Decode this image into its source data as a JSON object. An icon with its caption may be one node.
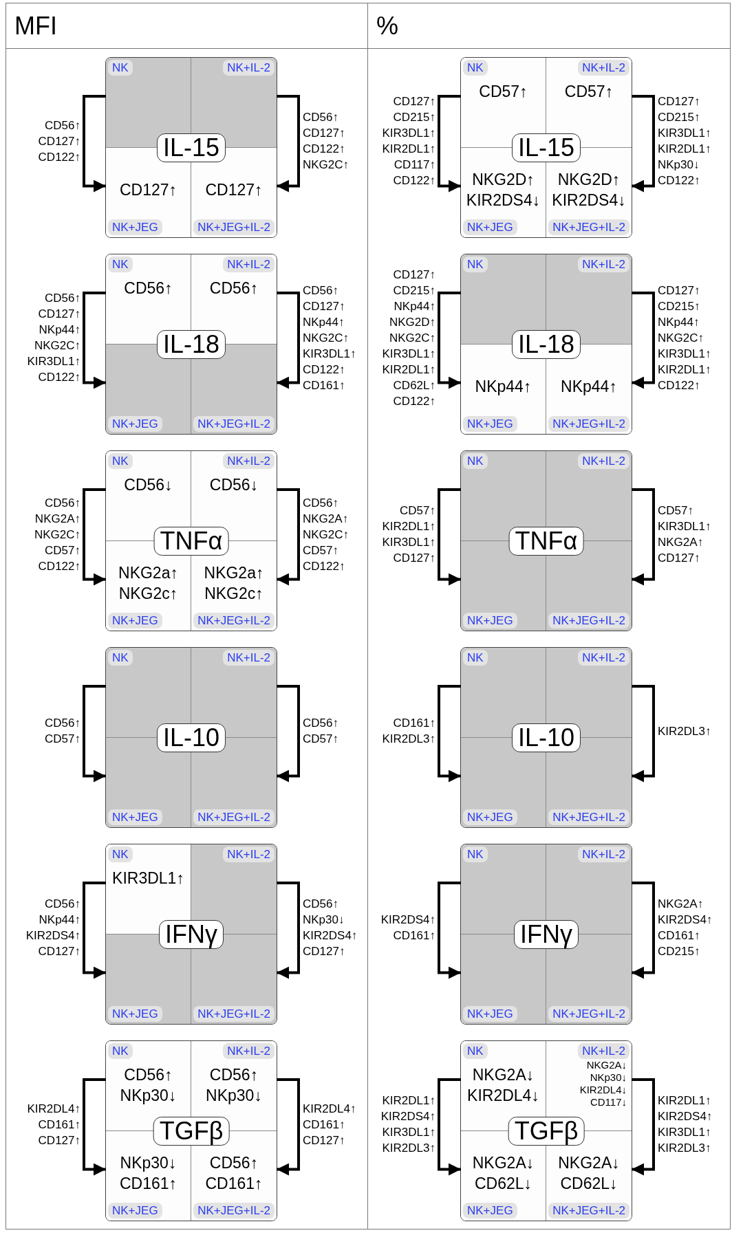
{
  "diagram": {
    "nodes": [
      {
        "text": [],
        "shape": "box"
      },
      {
        "text": [
          "IL-15"
        ],
        "in": 0
      },
      {
        "text": [
          "NK"
        ],
        "in": 0
      },
      {
        "text": [
          "NK+IL-2"
        ],
        "in": 0
      },
      {
        "text": [
          "CD127↑",
          "NK+JEG"
        ],
        "in": 0
      },
      {
        "text": [
          "CD127↑",
          "NK+JEG+IL-2"
        ],
        "in": 0
      },
      {
        "text": [],
        "shape": "box"
      },
      {
        "text": [
          "IL-15"
        ],
        "in": 6
      },
      {
        "text": [
          "NK",
          "CD57↑"
        ],
        "in": 6
      },
      {
        "text": [
          "NK+IL-2",
          "CD57↑"
        ],
        "in": 6
      },
      {
        "text": [
          "NKG2D↑ KIR2DS4↓",
          "NK+JEG"
        ],
        "in": 6
      },
      {
        "text": [
          "NKG2D↑ KIR2DS4↓",
          "NK+JEG+IL-2"
        ],
        "in": 6
      },
      {
        "text": [],
        "shape": "box"
      },
      {
        "text": [
          "IL-18"
        ],
        "in": 12
      },
      {
        "text": [
          "NK",
          "CD56↑"
        ],
        "in": 12
      },
      {
        "text": [
          "NK+IL-2",
          "CD56↑"
        ],
        "in": 12
      },
      {
        "text": [
          "NK+JEG"
        ],
        "in": 12
      },
      {
        "text": [
          "NK+JEG+IL-2"
        ],
        "in": 12
      },
      {
        "text": [],
        "shape": "box"
      },
      {
        "text": [
          "IL-18"
        ],
        "in": 18
      },
      {
        "text": [
          "NK"
        ],
        "in": 18
      },
      {
        "text": [
          "NK+IL-2"
        ],
        "in": 18
      },
      {
        "text": [
          "NKp44↑",
          "NK+JEG"
        ],
        "in": 18
      },
      {
        "text": [
          "NKp44↑",
          "NK+JEG+IL-2"
        ],
        "in": 18
      },
      {
        "text": [],
        "shape": "box"
      },
      {
        "text": [
          "TNFα"
        ],
        "in": 24
      },
      {
        "text": [
          "NK",
          "CD56↓"
        ],
        "in": 24
      },
      {
        "text": [
          "NK+IL-2",
          "CD56↓"
        ],
        "in": 24
      },
      {
        "text": [
          "NKG2a↑ NKG2c↑",
          "NK+JEG"
        ],
        "in": 24
      },
      {
        "text": [
          "NKG2a↑ NKG2c↑",
          "NK+JEG+IL-2"
        ],
        "in": 24
      },
      {
        "text": [],
        "shape": "box"
      },
      {
        "text": [
          "TNFα"
        ],
        "in": 30
      },
      {
        "text": [
          "NK"
        ],
        "in": 30
      },
      {
        "text": [
          "NK+IL-2"
        ],
        "in": 30
      },
      {
        "text": [
          "NK+JEG"
        ],
        "in": 30
      },
      {
        "text": [
          "NK+JEG+IL-2"
        ],
        "in": 30
      },
      {
        "text": [],
        "shape": "box"
      },
      {
        "text": [
          "IL-10"
        ],
        "in": 36
      },
      {
        "text": [
          "NK"
        ],
        "in": 36
      },
      {
        "text": [
          "NK+IL-2"
        ],
        "in": 36
      },
      {
        "text": [
          "NK+JEG"
        ],
        "in": 36
      },
      {
        "text": [
          "NK+JEG+IL-2"
        ],
        "in": 36
      },
      {
        "text": [],
        "shape": "box"
      },
      {
        "text": [
          "IL-10"
        ],
        "in": 42
      },
      {
        "text": [
          "NK"
        ],
        "in": 42
      },
      {
        "text": [
          "NK+IL-2"
        ],
        "in": 42
      },
      {
        "text": [
          "NK+JEG"
        ],
        "in": 42
      },
      {
        "text": [
          "NK+JEG+IL-2"
        ],
        "in": 42
      },
      {
        "text": [],
        "shape": "box"
      },
      {
        "text": [
          "IFNγ"
        ],
        "in": 48
      },
      {
        "text": [
          "NK",
          "KIR3DL1↑"
        ],
        "in": 48
      },
      {
        "text": [
          "NK+IL-2"
        ],
        "in": 48
      },
      {
        "text": [
          "NK+JEG"
        ],
        "in": 48
      },
      {
        "text": [
          "NK+JEG+IL-2"
        ],
        "in": 48
      },
      {
        "text": [],
        "shape": "box"
      },
      {
        "text": [
          "IFNγ"
        ],
        "in": 54
      },
      {
        "text": [
          "NK"
        ],
        "in": 54
      },
      {
        "text": [
          "NK+IL-2"
        ],
        "in": 54
      },
      {
        "text": [
          "NK+JEG"
        ],
        "in": 54
      },
      {
        "text": [
          "NK+JEG+IL-2"
        ],
        "in": 54
      },
      {
        "text": [],
        "shape": "box"
      },
      {
        "text": [
          "TGFβ"
        ],
        "in": 60
      },
      {
        "text": [
          "NK",
          "CD56↑ NKp30↓"
        ],
        "in": 60
      },
      {
        "text": [
          "NK+IL-2",
          "CD56↑ NKp30↓"
        ],
        "in": 60
      },
      {
        "text": [
          "NKp30↓ CD161↑",
          "NK+JEG"
        ],
        "in": 60
      },
      {
        "text": [
          "CD56↑ CD161↑",
          "NK+JEG+IL-2"
        ],
        "in": 60
      },
      {
        "text": [],
        "shape": "box"
      },
      {
        "text": [
          "TGFβ"
        ],
        "in": 66
      },
      {
        "text": [
          "NK",
          "NKG2A↓ KIR2DL4↓"
        ],
        "in": 66
      },
      {
        "text": [
          "NK+IL-2",
          "NKG2A↓ NKp30↓ KIR2DL4↓ CD117↓"
        ],
        "in": 66
      },
      {
        "text": [
          "NKG2A↓ CD62L↓",
          "NK+JEG"
        ],
        "in": 66
      },
      {
        "text": [
          "NKG2A↓ CD62L↓",
          "NK+JEG+IL-2"
        ],
        "in": 66
      }
    ],
    "edges": [
      {
        "from": 2,
        "to": 4,
        "arrow": "to",
        "label": "CD56↑ CD127↑ CD122↑"
      },
      {
        "from": 3,
        "to": 5,
        "arrow": "to",
        "label": "CD56↑ CD127↑ CD122↑ NKG2C↑"
      },
      {
        "from": 8,
        "to": 10,
        "arrow": "to",
        "label": "CD127↑ CD215↑ KIR3DL1↑ KIR2DL1↑ CD117↑ CD122↑"
      },
      {
        "from": 9,
        "to": 11,
        "arrow": "to",
        "label": "CD127↑ CD215↑ KIR3DL1↑ KIR2DL1↑ NKp30↓ CD122↑"
      },
      {
        "from": 14,
        "to": 16,
        "arrow": "to",
        "label": "CD56↑ CD127↑ NKp44↑ NKG2C↑ KIR3DL1↑ CD122↑"
      },
      {
        "from": 15,
        "to": 17,
        "arrow": "to",
        "label": "CD56↑ CD127↑ NKp44↑ NKG2C↑ KIR3DL1↑ CD122↑ CD161↑"
      },
      {
        "from": 20,
        "to": 22,
        "arrow": "to",
        "label": "CD127↑ CD215↑ NKp44↑ NKG2D↑ NKG2C↑ KIR3DL1↑ KIR2DL1↑ CD62L↑ CD122↑"
      },
      {
        "from": 21,
        "to": 23,
        "arrow": "to",
        "label": "CD127↑ CD215↑ NKp44↑ NKG2C↑ KIR3DL1↑ KIR2DL1↑ CD122↑"
      },
      {
        "from": 26,
        "to": 28,
        "arrow": "to",
        "label": "CD56↑ NKG2A↑ NKG2C↑ CD57↑ CD122↑"
      },
      {
        "from": 27,
        "to": 29,
        "arrow": "to",
        "label": "CD56↑ NKG2A↑ NKG2C↑ CD57↑ CD122↑"
      },
      {
        "from": 32,
        "to": 34,
        "arrow": "to",
        "label": "CD57↑ KIR2DL1↑ KIR3DL1↑ CD127↑"
      },
      {
        "from": 33,
        "to": 35,
        "arrow": "to",
        "label": "CD57↑ KIR3DL1↑ NKG2A↑ CD127↑"
      },
      {
        "from": 38,
        "to": 40,
        "arrow": "to",
        "label": "CD56↑ CD57↑"
      },
      {
        "from": 39,
        "to": 41,
        "arrow": "to",
        "label": "CD56↑ CD57↑"
      },
      {
        "from": 44,
        "to": 46,
        "arrow": "to",
        "label": "CD161↑ KIR2DL3↑"
      },
      {
        "from": 45,
        "to": 47,
        "arrow": "to",
        "label": "KIR2DL3↑"
      },
      {
        "from": 50,
        "to": 52,
        "arrow": "to",
        "label": "CD56↑ NKp44↑ KIR2DS4↑ CD127↑"
      },
      {
        "from": 51,
        "to": 53,
        "arrow": "to",
        "label": "CD56↑ NKp30↓ KIR2DS4↑ CD127↑"
      },
      {
        "from": 56,
        "to": 58,
        "arrow": "to",
        "label": "KIR2DS4↑ CD161↑"
      },
      {
        "from": 57,
        "to": 59,
        "arrow": "to",
        "label": "NKG2A↑ KIR2DS4↑ CD161↑ CD215↑"
      },
      {
        "from": 62,
        "to": 64,
        "arrow": "to",
        "label": "KIR2DL4↑ CD161↑ CD127↑"
      },
      {
        "from": 63,
        "to": 65,
        "arrow": "to",
        "label": "KIR2DL4↑ CD161↑ CD127↑"
      },
      {
        "from": 68,
        "to": 70,
        "arrow": "to",
        "label": "KIR2DL1↑ KIR2DS4↑ KIR3DL1↑ KIR2DL3↑"
      },
      {
        "from": 69,
        "to": 71,
        "arrow": "to",
        "label": "KIR2DL1↑ KIR2DS4↑ KIR3DL1↑ KIR2DL3↑"
      }
    ],
    "labels": [
      "MFI",
      "%"
    ]
  }
}
